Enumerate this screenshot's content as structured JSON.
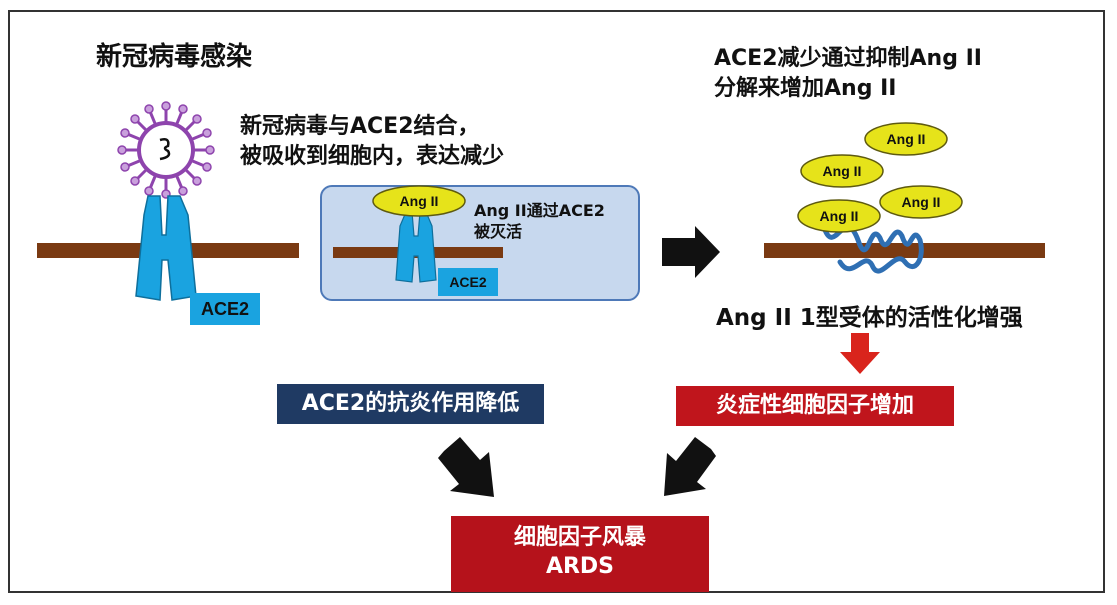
{
  "title": "新冠病毒感染",
  "step1": {
    "line1": "新冠病毒与ACE2结合，",
    "line2": "被吸收到细胞内，表达减少"
  },
  "step2": {
    "line1": "Ang II通过ACE2",
    "line2": "被灭活",
    "ace2_label": "ACE2",
    "angii_label": "Ang II"
  },
  "ace2_label": "ACE2",
  "step3": {
    "line1": "ACE2减少通过抑制Ang II",
    "line2": "分解来增加Ang II"
  },
  "angii_labels": [
    "Ang II",
    "Ang II",
    "Ang II",
    "Ang II"
  ],
  "receptor_text": "Ang II 1型受体的活性化增强",
  "anti_inflammation_box": "ACE2的抗炎作用降低",
  "cytokine_box": "炎症性细胞因子增加",
  "storm_box": {
    "line1": "细胞因子风暴",
    "line2": "ARDS"
  },
  "colors": {
    "membrane": "#7a3a12",
    "ace2": "#1aa3e0",
    "virus": "#9b59b6",
    "navy_box": "#1f3a63",
    "red_box": "#c0151c",
    "angii": "#e6e31a",
    "red_arrow": "#d9241c"
  },
  "icons": [
    "virus-icon",
    "ace2-receptor-icon",
    "at1-receptor-icon",
    "arrow-right-icon",
    "arrow-down-icon",
    "arrow-diagonal-icon"
  ]
}
